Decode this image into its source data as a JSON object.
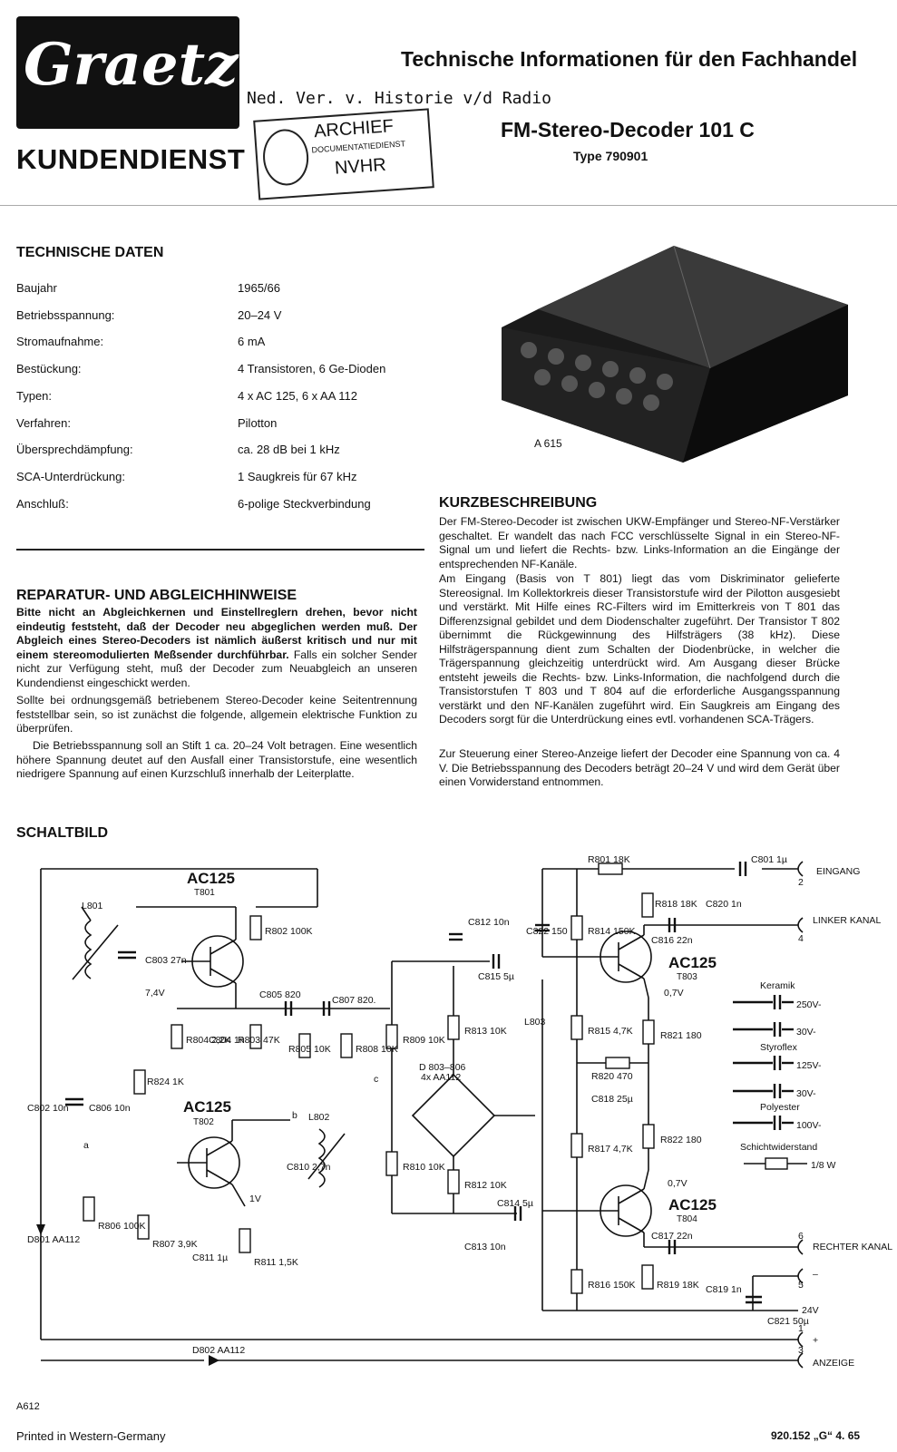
{
  "header": {
    "logo": "Graetz",
    "department": "KUNDENDIENST",
    "title": "Technische Informationen für den Fachhandel",
    "handwritten": "Ned. Ver. v. Historie v/d Radio",
    "stamp": {
      "line1": "ARCHIEF",
      "line2": "DOCUMENTATIEDIENST",
      "line3": "NVHR"
    },
    "product": "FM-Stereo-Decoder 101 C",
    "type": "Type 790901"
  },
  "specs": {
    "heading": "TECHNISCHE DATEN",
    "rows": [
      {
        "label": "Baujahr",
        "value": "1965/66"
      },
      {
        "label": "Betriebsspannung:",
        "value": "20–24 V"
      },
      {
        "label": "Stromaufnahme:",
        "value": "6 mA"
      },
      {
        "label": "Bestückung:",
        "value": "4 Transistoren, 6 Ge-Dioden"
      },
      {
        "label": "Typen:",
        "value": "4 x AC 125,  6 x AA 112"
      },
      {
        "label": "Verfahren:",
        "value": "Pilotton"
      },
      {
        "label": "Übersprechdämpfung:",
        "value": "ca. 28 dB bei 1 kHz"
      },
      {
        "label": "SCA-Unterdrückung:",
        "value": "1 Saugkreis für 67 kHz"
      },
      {
        "label": "Anschluß:",
        "value": "6-polige Steckverbindung"
      }
    ]
  },
  "photo": {
    "caption": "A 615"
  },
  "repair": {
    "heading": "REPARATUR- UND ABGLEICHHINWEISE",
    "p1_bold": "Bitte nicht an Abgleichkernen und Einstellreglern drehen, bevor nicht eindeutig feststeht, daß der Decoder neu abgeglichen werden muß. Der Abgleich eines Stereo-Decoders ist nämlich äußerst kritisch und nur mit einem stereomodulierten Meßsender durchführbar.",
    "p1_rest": " Falls ein solcher Sender nicht zur Verfügung steht, muß der Decoder zum Neuabgleich an unseren Kundendienst eingeschickt werden.",
    "p2": "Sollte bei ordnungsgemäß betriebenem Stereo-Decoder keine Seitentrennung feststellbar sein, so ist zunächst die folgende, allgemein elektrische Funktion zu überprüfen.",
    "p3": "Die Betriebsspannung soll an Stift 1 ca. 20–24 Volt betragen. Eine wesentlich höhere Spannung deutet auf den Ausfall einer Transistorstufe, eine wesentlich niedrigere Spannung auf einen Kurzschluß innerhalb der Leiterplatte."
  },
  "summary": {
    "heading": "KURZBESCHREIBUNG",
    "p1": "Der FM-Stereo-Decoder ist zwischen UKW-Empfänger und Stereo-NF-Verstärker geschaltet. Er wandelt das nach FCC verschlüsselte Signal in ein Stereo-NF-Signal um und liefert die Rechts- bzw. Links-Information an die Eingänge der entsprechenden NF-Kanäle.",
    "p2": "Am Eingang (Basis von T 801) liegt das vom Diskriminator gelieferte Stereosignal. Im Kollektorkreis dieser Transistorstufe wird der Pilotton ausgesiebt und verstärkt. Mit Hilfe eines RC-Filters wird im Emitterkreis von T 801 das Differenzsignal gebildet und dem Diodenschalter zugeführt. Der Transistor T 802 übernimmt die Rückgewinnung des Hilfsträgers (38 kHz). Diese Hilfsträgerspannung dient zum Schalten der Diodenbrücke, in welcher die Trägerspannung gleichzeitig unterdrückt wird. Am Ausgang dieser Brücke entsteht jeweils die Rechts- bzw. Links-Information, die nachfolgend durch die Transistorstufen T 803 und T 804 auf die erforderliche Ausgangsspannung verstärkt und den NF-Kanälen zugeführt wird. Ein Saugkreis am Eingang des Decoders sorgt für die Unterdrückung eines evtl. vorhandenen SCA-Trägers.",
    "p3": "Zur Steuerung einer Stereo-Anzeige liefert der Decoder eine Spannung von ca. 4 V. Die Betriebsspannung des Decoders beträgt 20–24 V und wird dem Gerät über einen Vorwiderstand entnommen."
  },
  "schematic": {
    "heading": "SCHALTBILD",
    "transistors": [
      {
        "type": "AC125",
        "ref": "T801"
      },
      {
        "type": "AC125",
        "ref": "T802"
      },
      {
        "type": "AC125",
        "ref": "T803"
      },
      {
        "type": "AC125",
        "ref": "T804"
      }
    ],
    "parts": {
      "l801": "L801",
      "c803": "C803 27n",
      "r802": "R802 100K",
      "v74": "7,4V",
      "c805": "C805 820",
      "c807": "C807 820.",
      "r804": "R804 2,2K",
      "c804": "C804 1n",
      "r803": "R803 47K",
      "r805": "R805 10K",
      "r808": "R808 10K",
      "r824": "R824 1K",
      "c802": "C802 10n",
      "c806": "C806 10n",
      "node_a": "a",
      "node_b": "b",
      "node_c": "c",
      "l802": "L802",
      "c810": "C810 2,7n",
      "v1": "1V",
      "d801": "D801 AA112",
      "r806": "R806 100K",
      "r807": "R807 3,9K",
      "c811": "C811 1µ",
      "r811": "R811 1,5K",
      "r809": "R809 10K",
      "r810": "R810 10K",
      "r813": "R813 10K",
      "r812": "R812 10K",
      "c812": "C812 10n",
      "c822": "C822 150",
      "c815": "C815 5µ",
      "l803": "L803",
      "bridge": "D 803–806",
      "bridge2": "4x AA112",
      "c814": "C814 5µ",
      "c813": "C813 10n",
      "r801": "R801 18K",
      "c801": "C801 1µ",
      "r814": "R814 150K",
      "r818": "R818 18K",
      "c820": "C820 1n",
      "c816": "C816 22n",
      "v07a": "0,7V",
      "r815": "R815 4,7K",
      "r821": "R821 180",
      "r820": "R820 470",
      "c818": "C818 25µ",
      "r817": "R817 4,7K",
      "r822": "R822 180",
      "v07b": "0,7V",
      "c817": "C817 22n",
      "r816": "R816 150K",
      "r819": "R819 18K",
      "c819": "C819 1n",
      "c821": "C821 50µ",
      "v24": "24V",
      "d802": "D802 AA112"
    },
    "pins": [
      {
        "num": "2",
        "label": "EINGANG"
      },
      {
        "num": "4",
        "label": "LINKER KANAL"
      },
      {
        "num": "6",
        "label": "RECHTER KANAL"
      },
      {
        "num": "5",
        "label": "–"
      },
      {
        "num": "1",
        "label": "+"
      },
      {
        "num": "3",
        "label": "ANZEIGE"
      }
    ],
    "legend": {
      "keramik": "Keramik",
      "k1": "250V-",
      "k2": "30V-",
      "styroflex": "Styroflex",
      "s1": "125V-",
      "s2": "30V-",
      "polyester": "Polyester",
      "p1": "100V-",
      "schicht": "Schichtwiderstand",
      "schicht_val": "1/8 W"
    }
  },
  "footer": {
    "printed": "Printed in Western-Germany",
    "code": "920.152 „G“  4. 65",
    "drawing": "A612"
  }
}
